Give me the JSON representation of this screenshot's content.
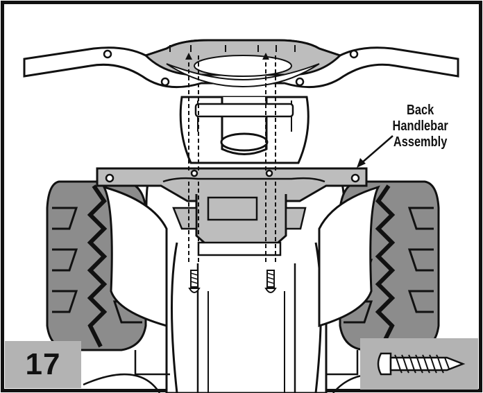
{
  "step": {
    "number": "17"
  },
  "callout": {
    "lines": [
      "Back",
      "Handlebar",
      "Assembly"
    ]
  },
  "hardware": {
    "icon": "screw-icon",
    "label": ""
  },
  "colors": {
    "outline": "#111111",
    "part_fill": "#bdbdbd",
    "tire_fill": "#8c8c8c",
    "label_box": "#b3b3b3",
    "background": "#ffffff"
  }
}
